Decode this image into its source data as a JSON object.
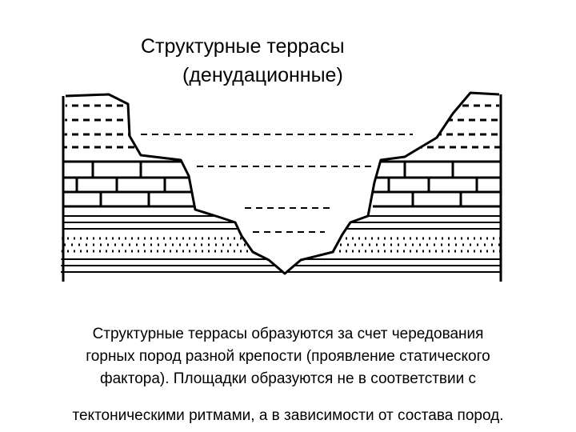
{
  "title": {
    "line1": "Структурные террасы",
    "line2": "(денудационные)"
  },
  "caption": {
    "line1": "Структурные террасы образуются за счет чередования",
    "line2": "горных пород разной крепости (проявление статического",
    "line3": "фактора). Площадки образуются не в соответствии с",
    "line4": "тектоническими ритмами, а в зависимости от состава пород."
  },
  "colors": {
    "ink": "#000000",
    "background": "#ffffff"
  }
}
